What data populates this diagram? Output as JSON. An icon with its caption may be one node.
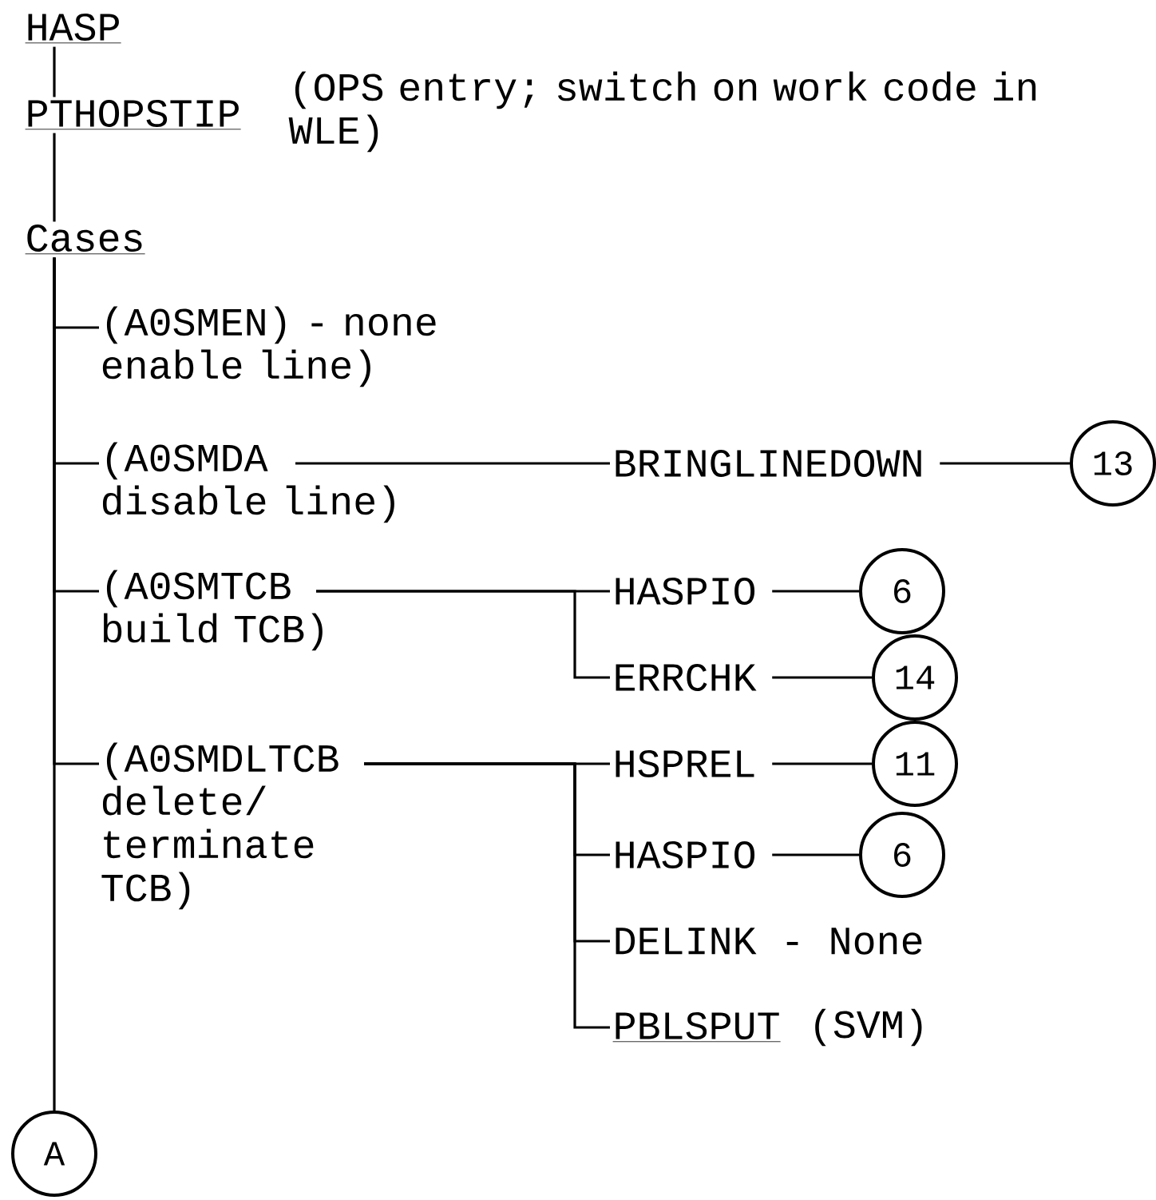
{
  "diagram": {
    "nodes": [
      {
        "text": [
          "HASP"
        ]
      },
      {
        "text": [
          "PTHOPSTIP"
        ],
        "beside": [
          "(OPS entry; switch on work code in WLE)"
        ]
      },
      {
        "text": [
          "Cases"
        ]
      },
      {
        "text": [
          "(A0SMEN) - none enable line)"
        ]
      },
      {
        "text": [
          "(A0SMDA disable line)"
        ]
      },
      {
        "text": [
          "BRINGLINEDOWN"
        ]
      },
      {
        "text": [
          "13"
        ]
      },
      {
        "text": [
          "(A0SMTCB build TCB)"
        ]
      },
      {
        "text": [
          "HASPIO"
        ]
      },
      {
        "text": [
          "6"
        ]
      },
      {
        "text": [
          "ERRCHK"
        ]
      },
      {
        "text": [
          "14"
        ]
      },
      {
        "text": [
          "(A0SMDLTCB delete/ terminate TCB)"
        ]
      },
      {
        "text": [
          "HSPREL"
        ]
      },
      {
        "text": [
          "11"
        ]
      },
      {
        "text": [
          "HASPIO"
        ]
      },
      {
        "text": [
          "6"
        ]
      },
      {
        "text": [
          "DELINK - None"
        ]
      },
      {
        "text": [
          "PBLSPUT"
        ],
        "beside": [
          "(SVM)"
        ]
      },
      {
        "text": [
          "A"
        ]
      }
    ],
    "edges": [
      {
        "from": 0,
        "to": 1,
        "arrow": "none"
      },
      {
        "from": 1,
        "to": 2,
        "arrow": "none"
      },
      {
        "from": 2,
        "to": 3,
        "arrow": "none"
      },
      {
        "from": 2,
        "to": 4,
        "arrow": "none"
      },
      {
        "from": 4,
        "to": 5,
        "arrow": "none"
      },
      {
        "from": 5,
        "to": 6,
        "arrow": "none"
      },
      {
        "from": 2,
        "to": 7,
        "arrow": "none"
      },
      {
        "from": 7,
        "to": 8,
        "arrow": "none"
      },
      {
        "from": 8,
        "to": 9,
        "arrow": "none"
      },
      {
        "from": 7,
        "to": 10,
        "arrow": "none"
      },
      {
        "from": 10,
        "to": 11,
        "arrow": "none"
      },
      {
        "from": 2,
        "to": 12,
        "arrow": "none"
      },
      {
        "from": 12,
        "to": 13,
        "arrow": "none"
      },
      {
        "from": 13,
        "to": 14,
        "arrow": "none"
      },
      {
        "from": 12,
        "to": 15,
        "arrow": "none"
      },
      {
        "from": 15,
        "to": 16,
        "arrow": "none"
      },
      {
        "from": 12,
        "to": 17,
        "arrow": "none"
      },
      {
        "from": 12,
        "to": 18,
        "arrow": "none"
      },
      {
        "from": 2,
        "to": 19,
        "arrow": "none"
      }
    ]
  }
}
